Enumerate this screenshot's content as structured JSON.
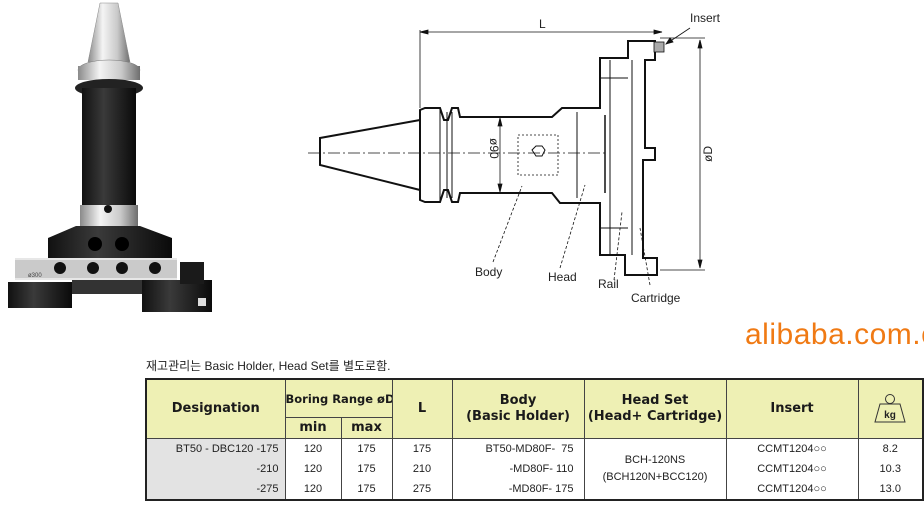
{
  "diagram": {
    "labels": {
      "length": "L",
      "insert": "Insert",
      "diameter": "øD",
      "shank_diameter": "ø90",
      "body": "Body",
      "head": "Head",
      "rail": "Rail",
      "cartridge": "Cartridge"
    },
    "photo_marking": "ø300"
  },
  "note": "재고관리는 Basic Holder, Head Set를 별도로함.",
  "table": {
    "headers": {
      "designation": "Designation",
      "boring_range": "Boring Range øD",
      "min": "min",
      "max": "max",
      "length": "L",
      "body_line1": "Body",
      "body_line2": "(Basic Holder)",
      "headset_line1": "Head Set",
      "headset_line2": "(Head+ Cartridge)",
      "insert": "Insert",
      "weight_unit": "kg",
      "weight_icon": "weight-kg-icon"
    },
    "rows": [
      {
        "designation": "BT50 - DBC120 -175",
        "min": "120",
        "max": "175",
        "L": "175",
        "body": "BT50-MD80F-  75",
        "insert": "CCMT1204○○",
        "weight": "8.2"
      },
      {
        "designation": "-210",
        "min": "120",
        "max": "175",
        "L": "210",
        "body": "-MD80F- 110",
        "insert": "CCMT1204○○",
        "weight": "10.3"
      },
      {
        "designation": "-275",
        "min": "120",
        "max": "175",
        "L": "275",
        "body": "-MD80F- 175",
        "insert": "CCMT1204○○",
        "weight": "13.0"
      }
    ],
    "head_set": {
      "line1": "BCH-120NS",
      "line2": "(BCH120N+BCC120)"
    }
  },
  "watermark": "alibaba.com.cn",
  "colors": {
    "header_bg": "#eef0b4",
    "designation_bg": "#e3e3e3",
    "watermark": "#f07a14"
  }
}
